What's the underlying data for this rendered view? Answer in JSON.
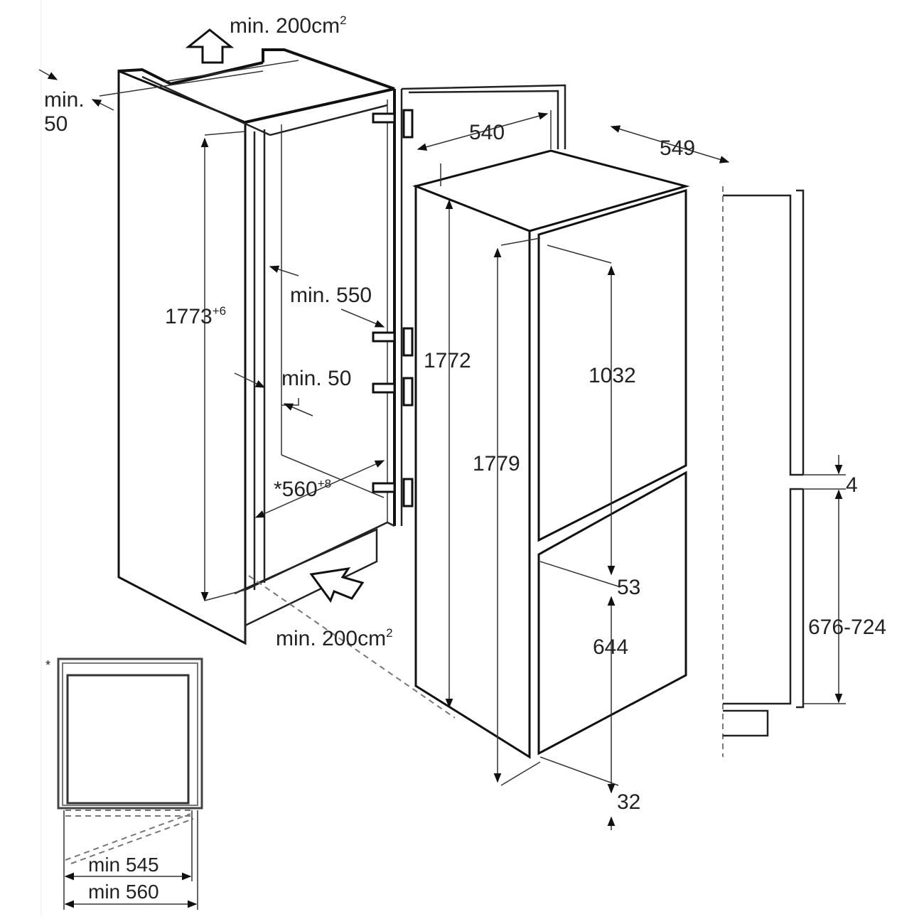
{
  "diagram": {
    "cabinet": {
      "top_vent": {
        "text": "min. 200cm",
        "sup": "2"
      },
      "rear_gap": {
        "line1": "min.",
        "line2": "50"
      },
      "height": {
        "text": "1773",
        "sup": "+6"
      },
      "depth": {
        "text": "min. 550"
      },
      "side_gap": {
        "text": "min. 50"
      },
      "width": {
        "text": "*560",
        "sup": "+8"
      },
      "bottom_vent": {
        "text": "min. 200cm",
        "sup": "2"
      }
    },
    "appliance": {
      "width": "540",
      "depth": "549",
      "height_side": "1772",
      "height_front": "1779",
      "upper_door": "1032",
      "door_gap": "53",
      "lower_door": "644",
      "bottom_offset": "32"
    },
    "door_profile": {
      "gap": "4",
      "lower_door_range": "676-724"
    },
    "inset_top_view": {
      "marker": "*",
      "inner_width": "min 545",
      "outer_width": "min 560"
    }
  }
}
